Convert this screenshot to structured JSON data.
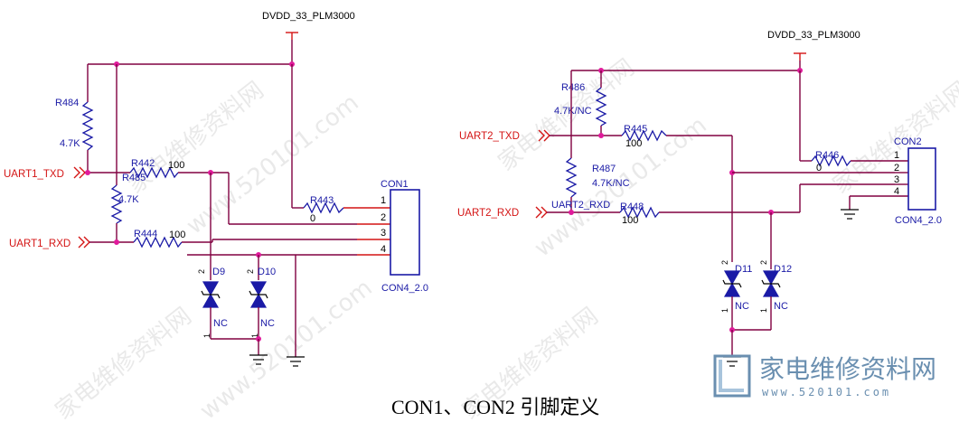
{
  "power": {
    "left_net": "DVDD_33_PLM3000",
    "right_net": "DVDD_33_PLM3000"
  },
  "left": {
    "ports": {
      "txd": "UART1_TXD",
      "rxd": "UART1_RXD"
    },
    "resistors": {
      "r484": {
        "ref": "R484",
        "value": "4.7K"
      },
      "r485": {
        "ref": "R485",
        "value": "4.7K"
      },
      "r442": {
        "ref": "R442",
        "value": "100"
      },
      "r444": {
        "ref": "R444",
        "value": "100"
      },
      "r443": {
        "ref": "R443",
        "value": "0"
      }
    },
    "connector": {
      "ref": "CON1",
      "part": "CON4_2.0",
      "pins": [
        "1",
        "2",
        "3",
        "4"
      ]
    },
    "diodes": {
      "d9": {
        "ref": "D9",
        "value": "NC",
        "pin_a": "2",
        "pin_k": "1"
      },
      "d10": {
        "ref": "D10",
        "value": "NC",
        "pin_a": "2",
        "pin_k": "1"
      }
    }
  },
  "right": {
    "ports": {
      "txd": "UART2_TXD",
      "rxd": "UART2_RXD"
    },
    "resistors": {
      "r486": {
        "ref": "R486",
        "value": "4.7K/NC"
      },
      "r487": {
        "ref": "R487",
        "value": "4.7K/NC"
      },
      "r445": {
        "ref": "R445",
        "value": "100"
      },
      "r448": {
        "ref": "R448",
        "value": "100"
      },
      "r446": {
        "ref": "R446",
        "value": "0"
      }
    },
    "connector": {
      "ref": "CON2",
      "part": "CON4_2.0",
      "pins": [
        "1",
        "2",
        "3",
        "4"
      ]
    },
    "diodes": {
      "d11": {
        "ref": "D11",
        "value": "NC",
        "pin_a": "2",
        "pin_k": "1"
      },
      "d12": {
        "ref": "D12",
        "value": "NC",
        "pin_a": "2",
        "pin_k": "1"
      }
    }
  },
  "caption": "CON1、CON2 引脚定义",
  "watermark": {
    "text": "家电维修资料网",
    "url": "www.520101.com",
    "logo_text": "家电维修资料网",
    "logo_url": "www.520101.com"
  }
}
